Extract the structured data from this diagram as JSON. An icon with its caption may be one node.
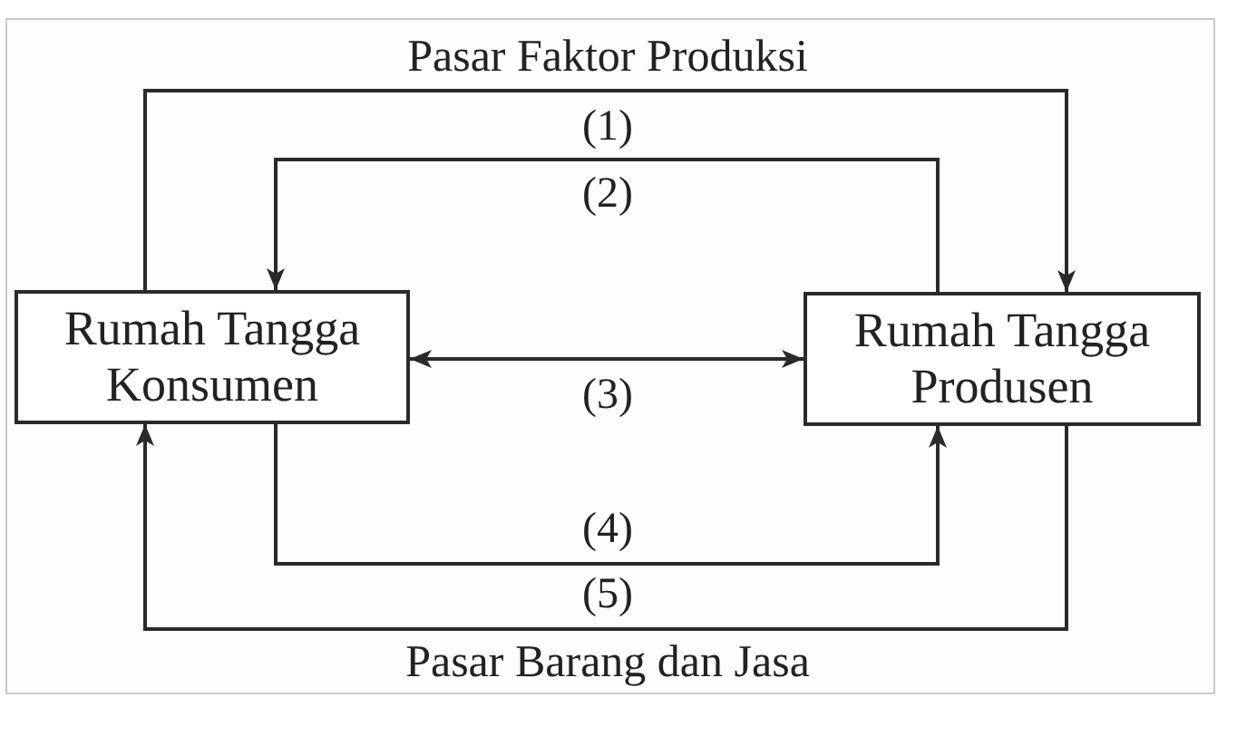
{
  "diagram": {
    "nodes": [
      {
        "text": [
          "Rumah Tangga Konsumen"
        ]
      },
      {
        "text": [
          "Rumah Tangga Produsen"
        ]
      }
    ],
    "edges": [
      {
        "from": 0,
        "to": 1,
        "arrow": "to",
        "label": "(1)"
      },
      {
        "from": 1,
        "to": 0,
        "arrow": "to",
        "label": "(2)"
      },
      {
        "from": 0,
        "to": 1,
        "arrow": "both",
        "label": "(3)"
      },
      {
        "from": 0,
        "to": 1,
        "arrow": "to",
        "label": "(4)"
      },
      {
        "from": 1,
        "to": 0,
        "arrow": "to",
        "label": "(5)"
      }
    ],
    "labels": [
      "Pasar Faktor Produksi",
      "Pasar Barang dan Jasa"
    ]
  }
}
